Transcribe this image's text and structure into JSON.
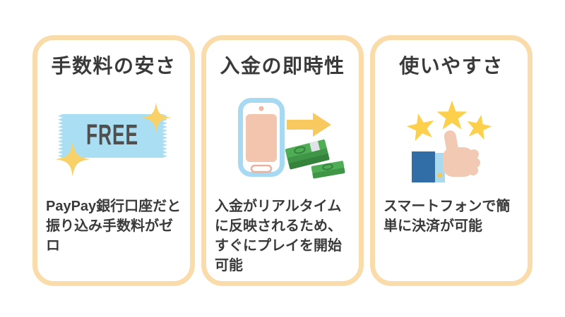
{
  "page": {
    "background": "#ffffff",
    "language": "ja"
  },
  "colors": {
    "card_border_peach": "#fadcab",
    "text_dark": "#3a3a3a",
    "ticket_blue": "#aadef2",
    "free_text_gray": "#4f4f4f",
    "sparkle_yellow": "#f8d168",
    "phone_body_blue": "#a7daf2",
    "phone_screen_salmon": "#f3c5ae",
    "arrow_yellow": "#f7c95e",
    "money_green": "#4fae55",
    "money_green_dark": "#3f9647",
    "money_band_gray": "#dfe3e6",
    "star_yellow": "#fcd04b",
    "hand_skin": "#f2cab3",
    "sleeve_blue": "#316da6",
    "cuff_light_blue": "#abdaf0",
    "cuff_button_yellow": "#f3c94f"
  },
  "cards": [
    {
      "title": "手数料の安さ",
      "icon": "free-ticket-with-sparkles",
      "badge_label": "FREE",
      "description": "PayPay銀行口座だと振り込み手数料がゼロ"
    },
    {
      "title": "入金の即時性",
      "icon": "smartphone-arrow-money",
      "description": "入金がリアルタイムに反映されるため、すぐにプレイを開始可能"
    },
    {
      "title": "使いやすさ",
      "icon": "thumbs-up-with-stars",
      "description": "スマートフォンで簡単に決済が可能"
    }
  ]
}
